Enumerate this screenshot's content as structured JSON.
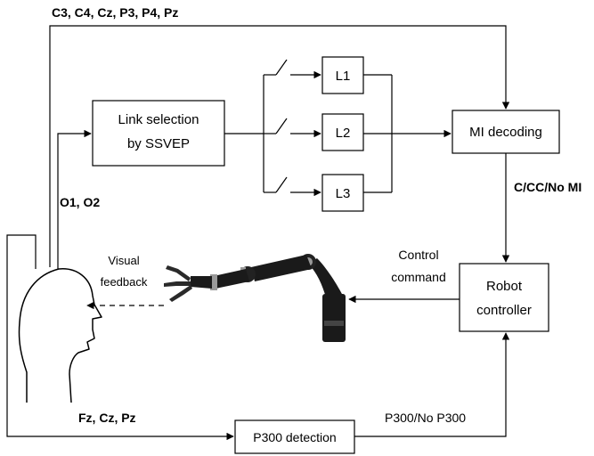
{
  "electrodes": {
    "motor_imagery": "C3, C4, Cz, P3, P4, Pz",
    "ssvep": "O1, O2",
    "p300": "Fz, Cz, Pz"
  },
  "blocks": {
    "link_selection_line1": "Link selection",
    "link_selection_line2": "by SSVEP",
    "l1": "L1",
    "l2": "L2",
    "l3": "L3",
    "mi_decoding": "MI decoding",
    "robot_controller_line1": "Robot",
    "robot_controller_line2": "controller",
    "p300_detection": "P300 detection"
  },
  "signals": {
    "mi_output": "C/CC/No MI",
    "control_command_line1": "Control",
    "control_command_line2": "command",
    "visual_feedback_line1": "Visual",
    "visual_feedback_line2": "feedback",
    "p300_output": "P300/No P300"
  },
  "colors": {
    "line": "#000000",
    "robot_arm": "#1a1a1a",
    "robot_joint": "#9a9a9a"
  },
  "icons": {
    "user": "human-head-icon",
    "robot": "robotic-arm-icon"
  }
}
